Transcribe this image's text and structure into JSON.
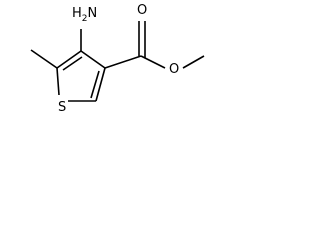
{
  "molecule": {
    "atoms": {
      "amino": "H2N",
      "amino_h": "H",
      "amino_sub": "2",
      "amino_n": "N",
      "sulfur": "S",
      "carbonyl_oxygen": "O",
      "ester_oxygen": "O"
    },
    "colors": {
      "bond": "#000000",
      "label": "#000000",
      "background": "#ffffff"
    }
  }
}
